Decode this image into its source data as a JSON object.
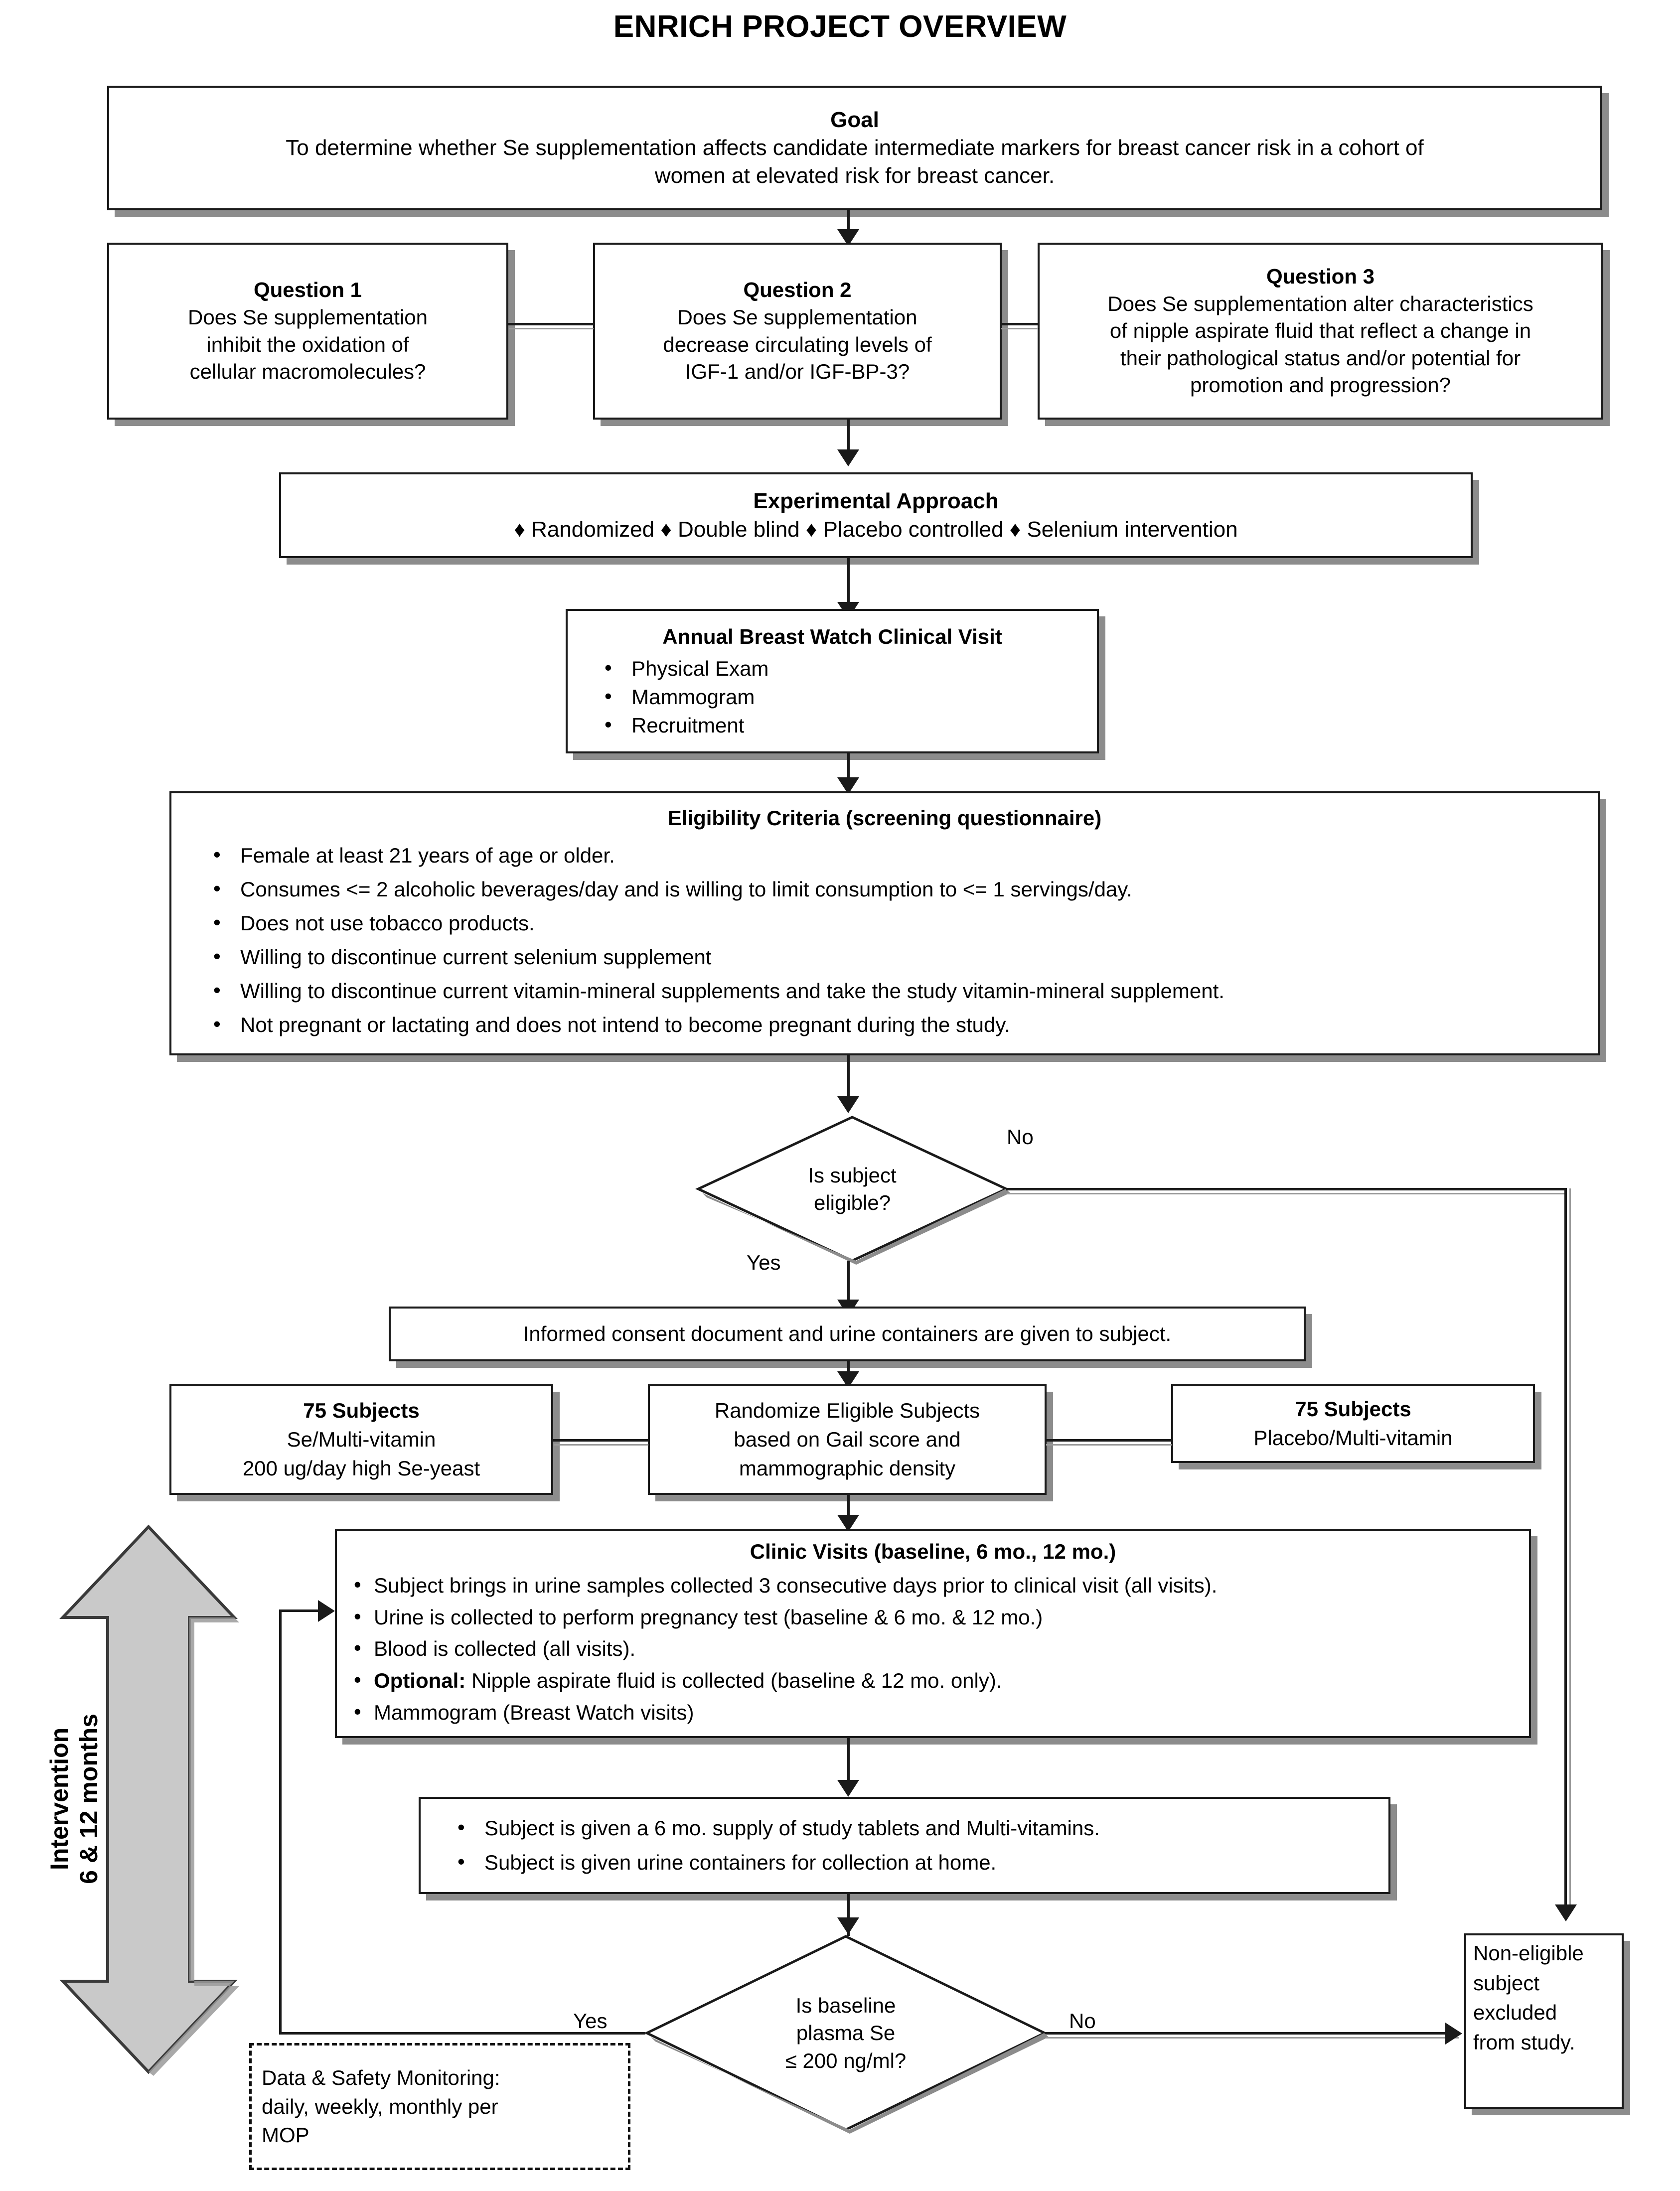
{
  "title": "ENRICH PROJECT OVERVIEW",
  "goal": {
    "heading": "Goal",
    "line1": "To determine whether Se supplementation affects candidate intermediate markers for breast cancer risk in a cohort of",
    "line2": "women at elevated risk for breast cancer."
  },
  "questions": [
    {
      "heading": "Question 1",
      "line1": "Does Se supplementation",
      "line2": "inhibit the oxidation of",
      "line3": "cellular macromolecules?"
    },
    {
      "heading": "Question 2",
      "line1": "Does Se supplementation",
      "line2": "decrease circulating levels of",
      "line3": "IGF-1 and/or IGF-BP-3?"
    },
    {
      "heading": "Question 3",
      "line1": "Does Se supplementation alter characteristics",
      "line2": "of nipple aspirate fluid that reflect a change in",
      "line3": "their pathological status and/or potential for",
      "line4": "promotion and progression?"
    }
  ],
  "experimental_approach": {
    "heading": "Experimental Approach",
    "items_line": "♦ Randomized  ♦ Double blind  ♦ Placebo controlled  ♦ Selenium intervention",
    "items": [
      "Randomized",
      "Double blind",
      "Placebo controlled",
      "Selenium intervention"
    ]
  },
  "annual_visit": {
    "heading": "Annual Breast Watch Clinical Visit",
    "items": [
      "Physical Exam",
      "Mammogram",
      "Recruitment"
    ]
  },
  "eligibility": {
    "heading": "Eligibility Criteria (screening questionnaire)",
    "items": [
      "Female at least 21 years of age or older.",
      "Consumes <= 2 alcoholic beverages/day and is willing to limit consumption to <= 1 servings/day.",
      "Does not use tobacco products.",
      "Willing to discontinue current selenium supplement",
      "Willing to discontinue current vitamin-mineral supplements and take the study vitamin-mineral supplement.",
      "Not pregnant or lactating and does not intend to become pregnant during the study."
    ]
  },
  "decision_eligible": {
    "line1": "Is subject",
    "line2": "eligible?",
    "yes": "Yes",
    "no": "No"
  },
  "consent": {
    "text": "Informed consent document and urine containers are given to subject."
  },
  "arm_left": {
    "line1": "75 Subjects",
    "line2": "Se/Multi-vitamin",
    "line3": "200 ug/day high Se-yeast"
  },
  "randomize": {
    "line1": "Randomize Eligible Subjects",
    "line2": "based on Gail score and",
    "line3": "mammographic density"
  },
  "arm_right": {
    "line1": "75 Subjects",
    "line2": "Placebo/Multi-vitamin"
  },
  "clinic_visits": {
    "heading": "Clinic Visits (baseline, 6 mo., 12 mo.)",
    "items": [
      "Subject brings in urine samples collected 3 consecutive days prior to clinical visit (all visits).",
      "Urine is collected to perform pregnancy test (baseline & 6 mo. & 12 mo.)",
      "Blood is collected (all visits).",
      "Nipple aspirate fluid is collected (baseline & 12 mo. only).",
      "Mammogram (Breast Watch visits)"
    ],
    "optional_prefix": "Optional:"
  },
  "supply": {
    "items": [
      "Subject is given a 6 mo. supply of study tablets and Multi-vitamins.",
      "Subject is given urine containers for collection at home."
    ]
  },
  "decision_baseline": {
    "line1": "Is baseline",
    "line2": "plasma Se",
    "line3": "≤ 200 ng/ml?",
    "yes": "Yes",
    "no": "No"
  },
  "excluded": {
    "line1": "Non-eligible",
    "line2": "subject",
    "line3": "excluded",
    "line4": "from study."
  },
  "monitoring": {
    "line1": "Data & Safety Monitoring:",
    "line2": "daily, weekly, monthly per",
    "line3": "MOP"
  },
  "intervention": {
    "line1": "Intervention",
    "line2": "6 & 12 months"
  },
  "colors": {
    "stroke": "#1a1a1a",
    "shadow": "#8c8c8c",
    "arrow_fill": "#c9c9c9",
    "paper": "#ffffff"
  }
}
